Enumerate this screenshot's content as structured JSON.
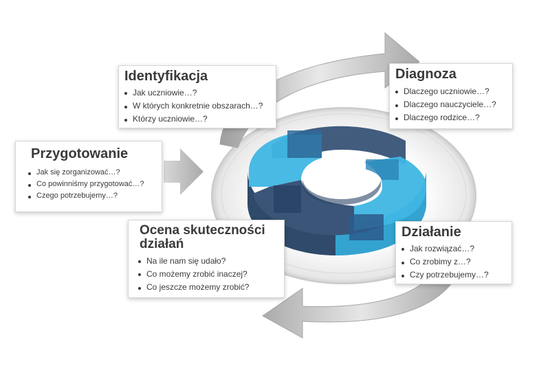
{
  "cards": {
    "identyfikacja": {
      "title": "Identyfikacja",
      "items": [
        "Jak uczniowie…?",
        "W których konkretnie obszarach…?",
        "Którzy uczniowie…?"
      ]
    },
    "diagnoza": {
      "title": "Diagnoza",
      "items": [
        "Dlaczego uczniowie…?",
        "Dlaczego nauczyciele…?",
        "Dlaczego rodzice…?"
      ]
    },
    "przygotowanie": {
      "title": "Przygotowanie",
      "items": [
        "Jak się zorganizować…?",
        "Co powinniśmy przygotować…?",
        "Czego potrzebujemy…?"
      ]
    },
    "ocena": {
      "title": "Ocena skuteczności działań",
      "items": [
        "Na ile nam się udało?",
        "Co możemy zrobić inaczej?",
        "Co jeszcze możemy zrobić?"
      ]
    },
    "dzialanie": {
      "title": "Działanie",
      "items": [
        "Jak rozwiązać…?",
        "Co zrobimy z…?",
        "Czy potrzebujemy…?"
      ]
    }
  },
  "colors": {
    "dark_blue": "#3f5879",
    "light_blue": "#3fb6e3",
    "arrow_gray": "#bdbdbd",
    "text": "#3a3a3a"
  },
  "icons": [
    "cycle-arrow-top-icon",
    "cycle-arrow-bottom-icon",
    "input-arrow-icon",
    "cycle-ring-icon"
  ]
}
